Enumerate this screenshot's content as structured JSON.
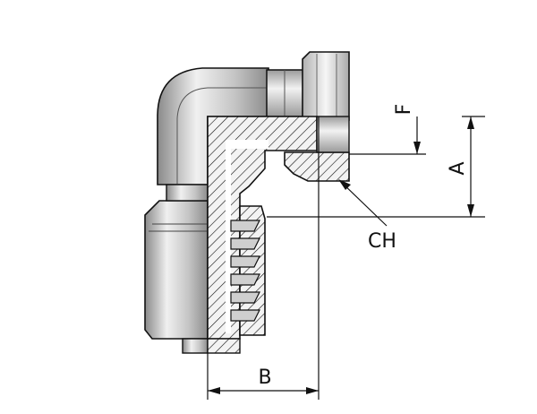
{
  "labels": {
    "f": "F",
    "a": "A",
    "ch": "CH",
    "b": "B"
  },
  "colors": {
    "line": "#111111",
    "metal_light": "#e6e6e6",
    "metal_dark": "#7a7a7a",
    "section_bg": "#f2f2f2"
  }
}
